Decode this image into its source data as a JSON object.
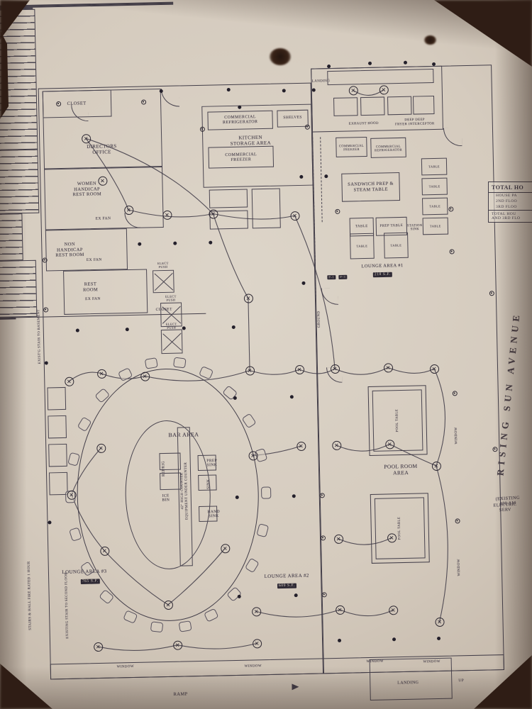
{
  "street": {
    "name": "RISING SUN AVENUE"
  },
  "notes": {
    "electric1": "(EXISTING 400 AM",
    "electric2": "ELECTRIC SERV",
    "ground": "GROUND",
    "counter": "42\" HIGH COUNTER\nEQUIPMENT UNDER COUNTER",
    "stairs_hall": "STAIRS & HALL FIRE RATED 1 HOUR",
    "stair_second": "EXISTING STAIR TO SECOND FLOOR",
    "stair_basement": "EXIST'G STAIR TO BASEMENT"
  },
  "total_table": {
    "title": "TOTAL HO",
    "rows": [
      "HOUSE PA",
      "2ND FLOO",
      "3RD FLOO"
    ],
    "footer": [
      "TOTAL HOU",
      "AND 3RD FLO"
    ]
  },
  "rooms": {
    "closet": "CLOSET",
    "directors_office": "DIRECTORS\nOFFICE",
    "women_rr": "WOMEN\nHANDICAP\nREST ROOM",
    "non_handicap_rr": "NON\nHANDICAP\nREST ROOM",
    "rest_room": "REST\nROOM",
    "ex_fan": "EX FAN",
    "kitchen_storage": "KITCHEN\nSTORAGE AREA",
    "commercial_refrigerator": "COMMERCIAL\nREFRIGERATOR",
    "commercial_freezer": "COMMERCIAL\nFREEZER",
    "shelves": "SHELVES",
    "landing": "LANDING",
    "exhaust_hood": "EXHAUST HOOD",
    "deep_fryer": "DEEP DEEP\nFRYER INTERCEPTOR",
    "sandwich_prep": "SANDWICH PREP &\nSTEAM TABLE",
    "table": "TABLE",
    "prep_table": "PREP TABLE",
    "station_sink": "STATION\nSINK",
    "pool_room": "POOL ROOM\nAREA",
    "pool_table": "POOL TABLE",
    "bar_area": "BAR AREA",
    "refrig": "REFRIG",
    "ice_bin": "ICE\nBIN",
    "prep_sink": "PREP\nSINK",
    "sink": "SINK",
    "hand_sink": "HAND\nSINK",
    "elect_push": "ELECT\nPUSH",
    "closet2": "CLOSET",
    "window": "WINDOW",
    "ramp": "RAMP",
    "up": "UP"
  },
  "lounges": [
    {
      "name": "LOUNGE AREA #1",
      "area": "218 S.F."
    },
    {
      "name": "LOUNGE AREA #2",
      "area": "609 S.F."
    },
    {
      "name": "LOUNGE AREA #3",
      "area": "765 S.F."
    }
  ],
  "badges": [
    "P-1",
    "P-3"
  ],
  "icons": {
    "ceiling_fan": "✕"
  },
  "colors": {
    "paper": "#d6ccbf",
    "ink": "#45404b",
    "backdrop": "#36231b"
  }
}
